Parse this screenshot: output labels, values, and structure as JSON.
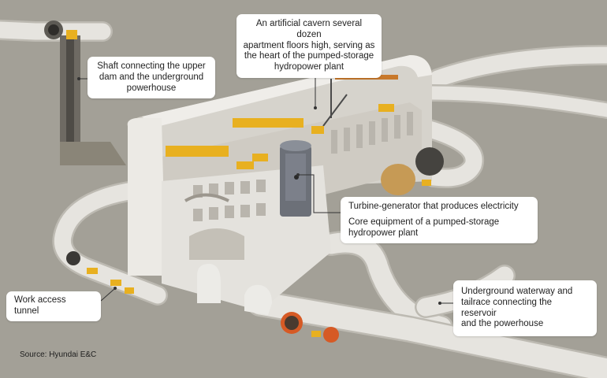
{
  "callouts": {
    "cavern": [
      "An artificial cavern several dozen",
      "apartment floors high, serving as",
      "the heart of the pumped-storage",
      "hydropower plant"
    ],
    "shaft": [
      "Shaft connecting the upper",
      "dam and the underground",
      "powerhouse"
    ],
    "turbine_title": "Turbine-generator that produces electricity",
    "turbine_desc": [
      "Core equipment of a pumped-storage",
      "hydropower plant"
    ],
    "work_tunnel": "Work access tunnel",
    "waterway": [
      "Underground waterway and",
      "tailrace connecting the reservoir",
      "and the powerhouse"
    ]
  },
  "source": "Source: Hyundai E&C",
  "colors": {
    "background": "#a3a097",
    "concrete": "#e4e2dd",
    "concrete_shade": "#c9c6be",
    "machinery": "#e8b020",
    "callout_bg": "#ffffff",
    "text": "#222222"
  }
}
